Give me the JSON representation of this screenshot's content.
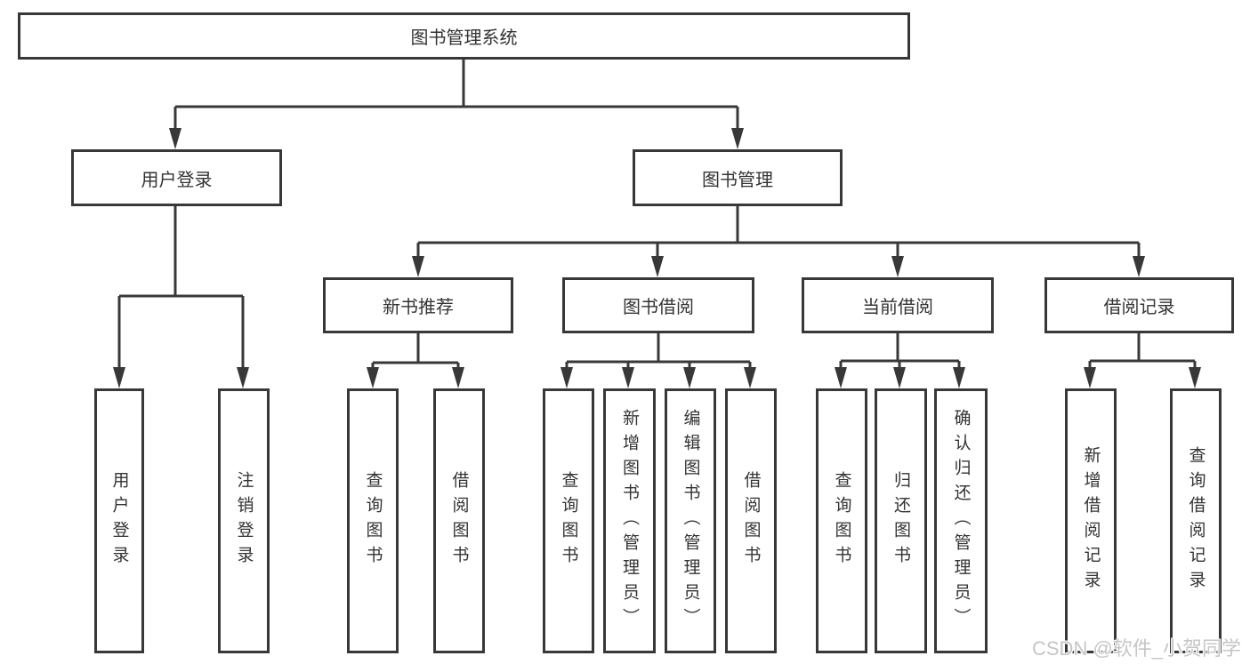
{
  "diagram": {
    "root": {
      "label": "图书管理系统"
    },
    "branches": [
      {
        "label": "用户登录",
        "children": [
          {
            "label": "用户登录"
          },
          {
            "label": "注销登录"
          }
        ]
      },
      {
        "label": "图书管理",
        "children": [
          {
            "label": "新书推荐",
            "children": [
              {
                "label": "查询图书"
              },
              {
                "label": "借阅图书"
              }
            ]
          },
          {
            "label": "图书借阅",
            "children": [
              {
                "label": "查询图书"
              },
              {
                "label": "新增图书（管理员）"
              },
              {
                "label": "编辑图书（管理员）"
              },
              {
                "label": "借阅图书"
              }
            ]
          },
          {
            "label": "当前借阅",
            "children": [
              {
                "label": "查询图书"
              },
              {
                "label": "归还图书"
              },
              {
                "label": "确认归还（管理员）"
              }
            ]
          },
          {
            "label": "借阅记录",
            "children": [
              {
                "label": "新增借阅记录"
              },
              {
                "label": "查询借阅记录"
              }
            ]
          }
        ]
      }
    ]
  },
  "watermark": {
    "text": "CSDN @软件_小贺同学"
  },
  "colors": {
    "line": "#383838",
    "box_border": "#383838",
    "box_background": "#ffffff",
    "text": "#333333",
    "watermark": "#c6c6c6",
    "background": "#ffffff"
  }
}
